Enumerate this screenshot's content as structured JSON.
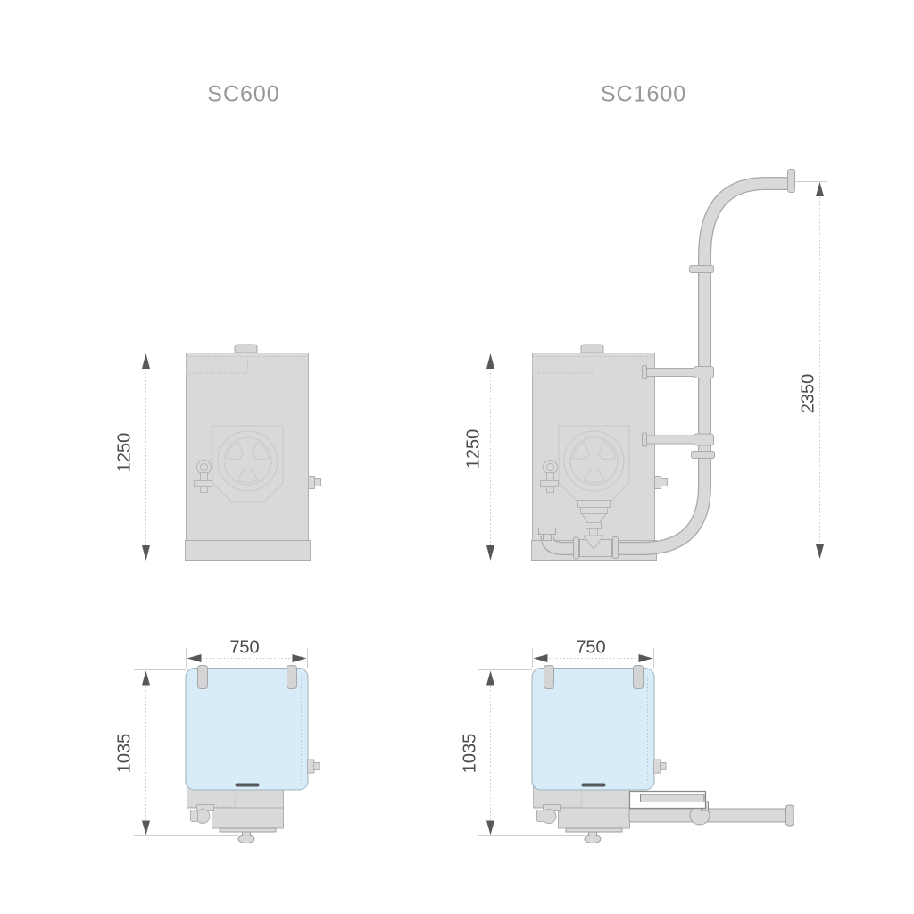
{
  "titles": {
    "sc600": "SC600",
    "sc1600": "SC1600"
  },
  "dimensions": {
    "sc600_side_height": "1250",
    "sc1600_side_height": "1250",
    "sc1600_pipe_height": "2350",
    "sc600_top_width": "750",
    "sc600_top_depth": "1035",
    "sc1600_top_width": "750",
    "sc1600_top_depth": "1035"
  },
  "colors": {
    "body_fill": "#d8d9da",
    "body_outline": "#aeafb1",
    "detail_outline": "#c6c7c9",
    "pipe_outline": "#a8a9ab",
    "lid_fill": "#d7ebf8",
    "lid_outline": "#a2b0b9",
    "handle": "#55575a",
    "dimension_line": "#c9cacc",
    "dimension_arrow": "#58595b",
    "dimension_text": "#4c4d4f",
    "title_text": "#97989b"
  }
}
